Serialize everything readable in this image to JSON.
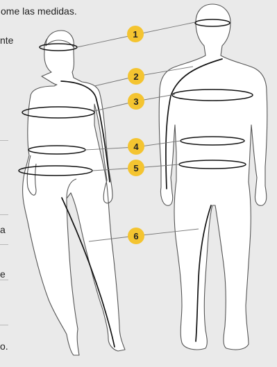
{
  "text_fragments": {
    "top_line": "ome las medidas.",
    "line_nte": "nte",
    "line_a": "a",
    "line_e": "e",
    "line_o": "o."
  },
  "measurement_markers": [
    {
      "number": "1"
    },
    {
      "number": "2"
    },
    {
      "number": "3"
    },
    {
      "number": "4"
    },
    {
      "number": "5"
    },
    {
      "number": "6"
    }
  ],
  "colors": {
    "background": "#eaeaea",
    "figure_fill": "#ffffff",
    "outline": "#555555",
    "measure_line": "#111111",
    "leader_line": "#777777",
    "badge": "#f4c430"
  }
}
